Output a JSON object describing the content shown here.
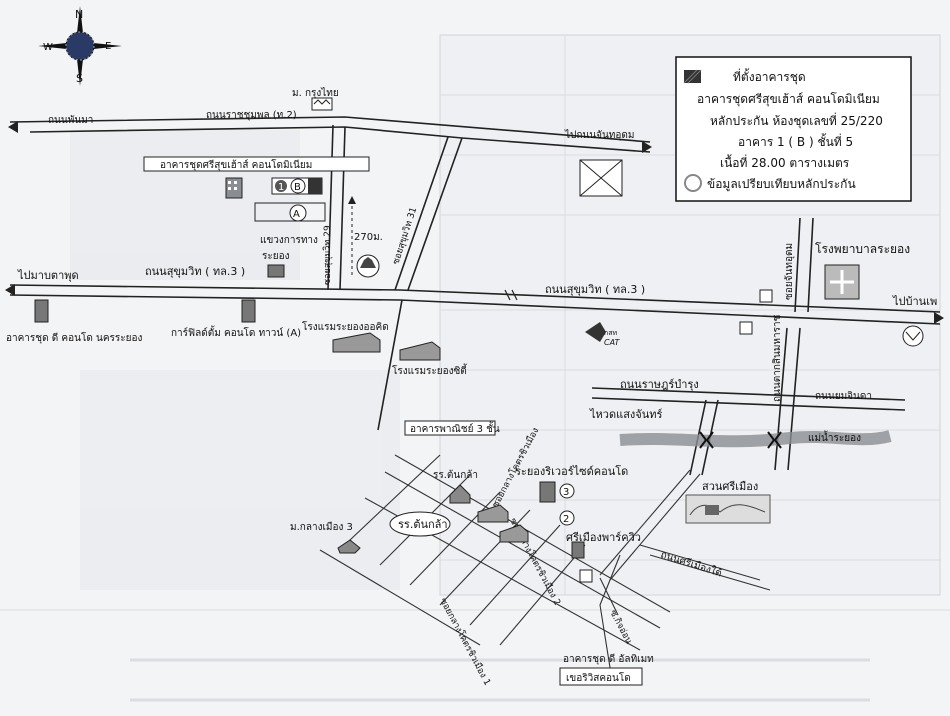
{
  "legend": {
    "title": "ที่ตั้งอาคารชุด",
    "lines": [
      "อาคารชุดศรีสุขเฮ้าส์ คอนโดมิเนียม",
      "หลักประกัน ห้องชุดเลขที่ 25/220",
      "อาคาร 1 ( B ) ชั้นที่ 5",
      "เนื้อที่ 28.00 ตารางเมตร"
    ],
    "comparison_label": "ข้อมูลเปรียบเทียบหลักประกัน"
  },
  "compass": {
    "n": "N",
    "s": "S",
    "e": "E",
    "w": "W"
  },
  "roads": {
    "thanon_phanma": "ถนนพันมา",
    "ratchaphon": "ถนนราชชุมพล (ท.2)",
    "to_chanthaudom": "ไปถนนจันทอุดม",
    "to_map_ta_phut": "ไปมาบตาพุด",
    "sukhumvit_left": "ถนนสุขุมวิท ( ทล.3 )",
    "sukhumvit_right": "ถนนสุขุมวิท ( ทล.3 )",
    "to_ban_phe": "ไปบ้านเพ",
    "soi_sukhumvit29": "ซอยสุขุมวิท 29",
    "soi_sukhumvit31": "ซอยสุขุมวิท 31",
    "distance": "270ม.",
    "soi_chanthaudom": "ซอยจันทอุดม",
    "rat_bamrung": "ถนนราษฎร์บำรุง",
    "yom_chinda": "ถนนยมจินดา",
    "taksin_maharat": "ถนนตากสินมหาราช",
    "soi_tonkla_1": "ซอยกลางโคตรชิวเมือง",
    "soi_tonkla_2": "ซอยกลางโคตรชิวเมือง 2",
    "soi_tonkla_3": "ซอยกลางโคตรชิวเมือง 1",
    "thanon_srimuang_tai": "ถนนศรีเมืองใต้",
    "river": "แม่น้ำระยอง"
  },
  "places": {
    "krungthai_uni": "ม. กรุงไทย",
    "condo_banner": "อาคารชุดศรีสุขเฮ้าส์ คอนโดมิเนียม",
    "marker_1": "1",
    "marker_b": "B",
    "marker_a": "A",
    "highway_office": "แขวงการทาง",
    "highway_office_2": "ระยอง",
    "rayong_hospital": "โรงพยาบาลระยอง",
    "condo_d": "อาคารชุด ดี คอนโด นครระยอง",
    "garden_condo": "การ์ฟิลด์ตั้ม คอนโด ทาวน์ (A)",
    "hotel_orchid": "โรงแรมระยองออคิด",
    "hotel_city": "โรงแรมระยองซิตี้",
    "cat": "CAT",
    "cat_small": "กสท",
    "commercial_3": "อาคารพาณิชย์ 3 ชั้น",
    "school_tonkla": "รร.ต้นกล้า",
    "school_tonkla_2": "รร.ต้นกล้า",
    "river_side_condo": "ระยองริเวอร์ไซด์คอนโด",
    "marker_3": "3",
    "marker_2": "2",
    "srimuang_park_view": "ศรีเมืองพาร์ควิว",
    "srimuang_park": "สวนศรีเมือง",
    "shrine": "ไหวดแสงจันทร์",
    "univ_klang": "ม.กลางเมือง 3",
    "dee_condo": "อาคารชุด ดี อัลทิเมท",
    "the_resort": "เขอริวิสคอนโด",
    "soi_kiyon": "ซ.กิจอ่อน"
  }
}
